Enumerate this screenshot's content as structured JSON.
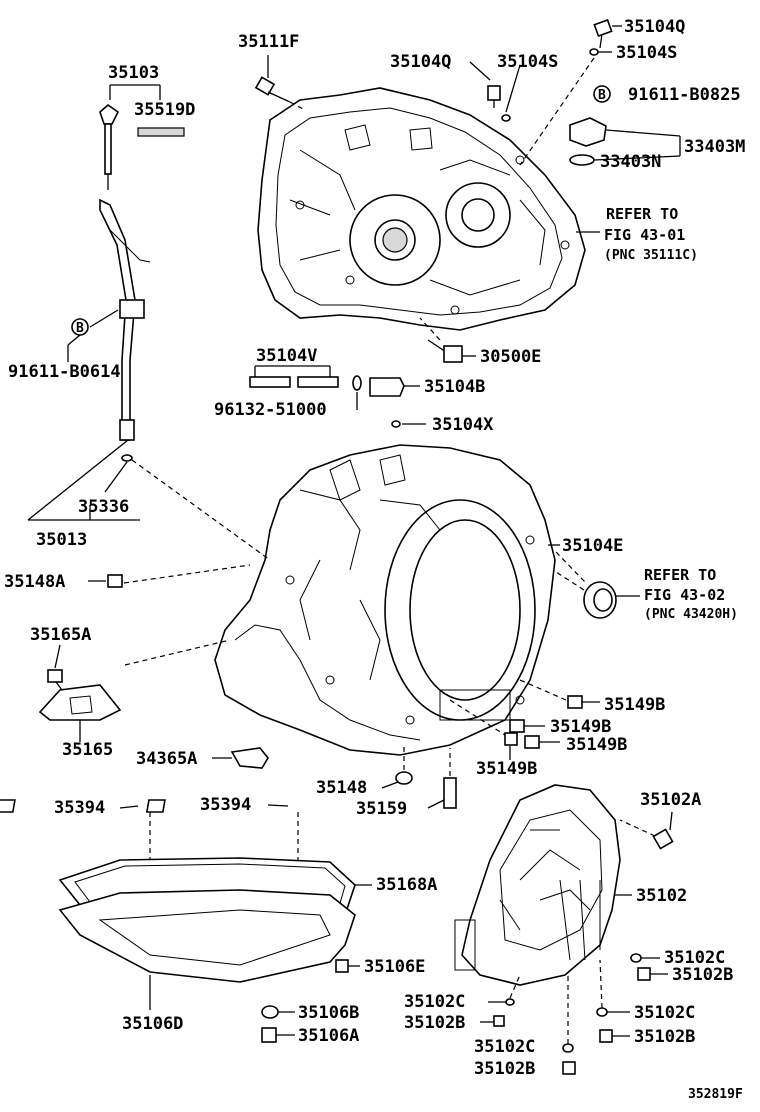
{
  "labels": {
    "p35111F": "35111F",
    "p35104Q_a": "35104Q",
    "p35104S_a": "35104S",
    "p35104Q_b": "35104Q",
    "p35104S_b": "35104S",
    "p91611B0825": "91611-B0825",
    "p33403M": "33403M",
    "p33403N": "33403N",
    "refer1_line1": "REFER TO",
    "refer1_line2": "FIG 43-01",
    "refer1_line3": "(PNC 35111C)",
    "p35103": "35103",
    "p35519D": "35519D",
    "p91611B0614": "91611-B0614",
    "p35104V": "35104V",
    "p96132": "96132-51000",
    "p35104B": "35104B",
    "p30500E": "30500E",
    "p35104X": "35104X",
    "p35336": "35336",
    "p35013": "35013",
    "p35104E": "35104E",
    "refer2_line1": "REFER TO",
    "refer2_line2": "FIG 43-02",
    "refer2_line3": "(PNC 43420H)",
    "p35148A": "35148A",
    "p35165A": "35165A",
    "p35165": "35165",
    "p34365A": "34365A",
    "p35149B_1": "35149B",
    "p35149B_2": "35149B",
    "p35149B_3": "35149B",
    "p35149B_4": "35149B",
    "p35148": "35148",
    "p35159": "35159",
    "p35394_a": "35394",
    "p35394_b": "35394",
    "p35102A": "35102A",
    "p35102": "35102",
    "p35168A": "35168A",
    "p35106E": "35106E",
    "p35102C_1": "35102C",
    "p35102B_1": "35102B",
    "p35102C_2": "35102C",
    "p35102B_2": "35102B",
    "p35102C_3": "35102C",
    "p35102B_3": "35102B",
    "p35102C_4": "35102C",
    "p35102B_4": "35102B",
    "p35106D": "35106D",
    "p35106B": "35106B",
    "p35106A": "35106A",
    "circleB": "B",
    "figure_id": "352819F"
  }
}
